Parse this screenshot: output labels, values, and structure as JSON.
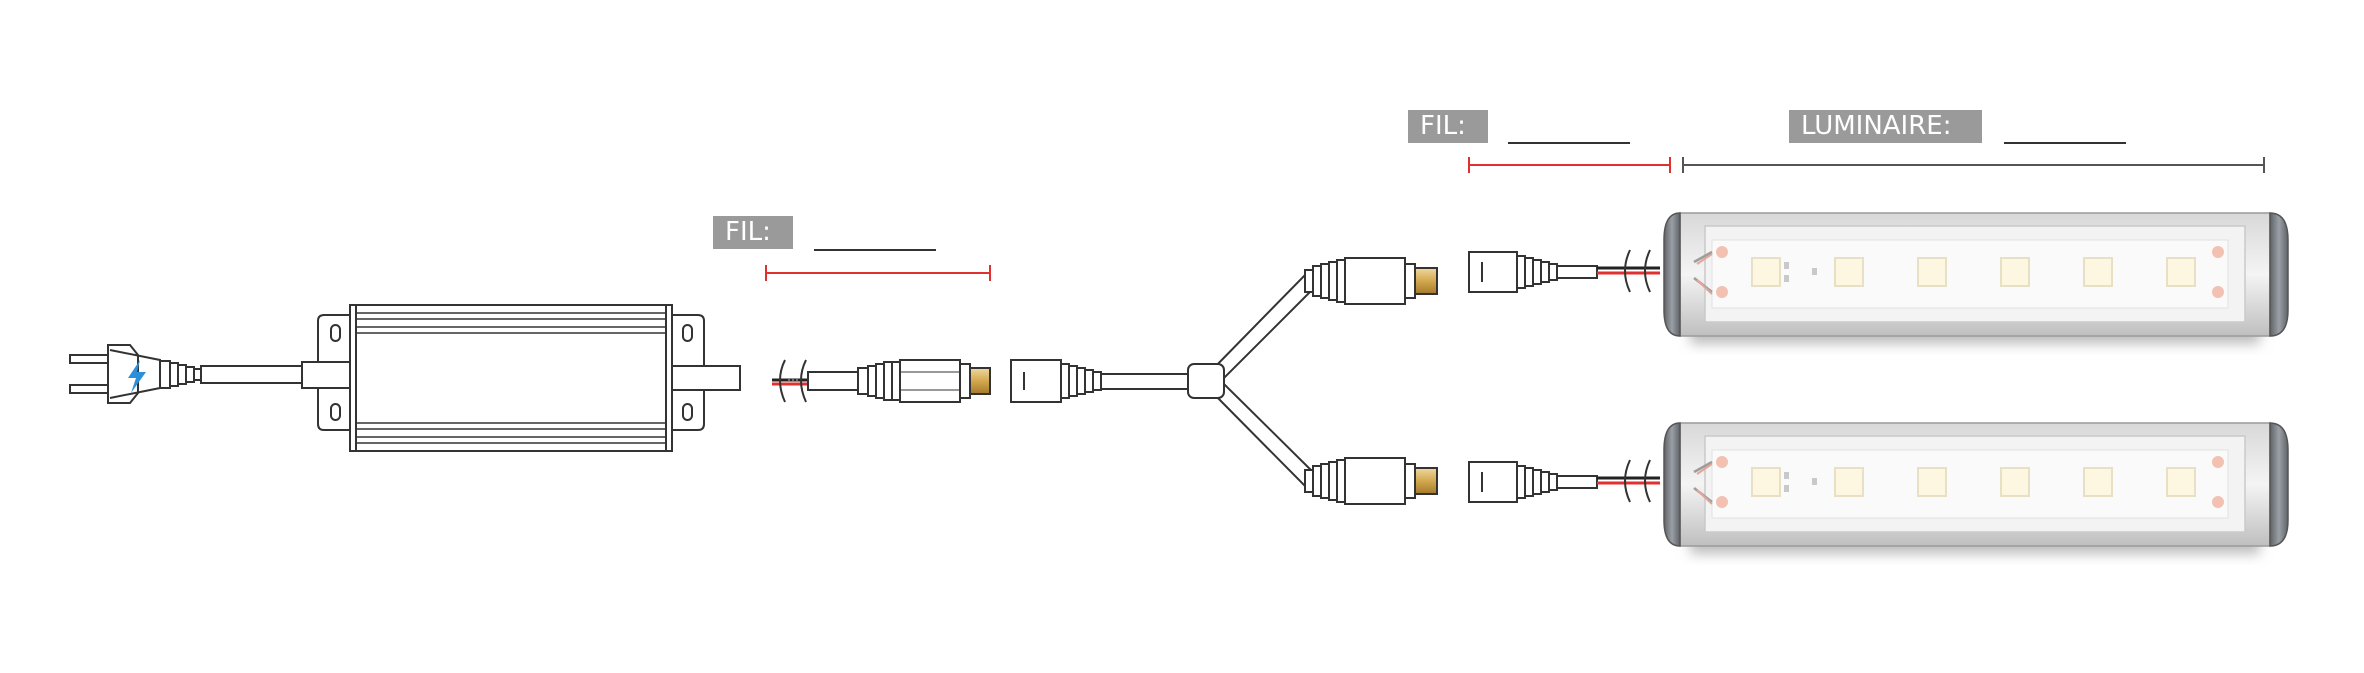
{
  "labels": {
    "wire_1": "FIL:",
    "wire_2": "FIL:",
    "fixture": "LUMINAIRE:"
  },
  "colors": {
    "measure_wire": "#e03030",
    "measure_fixture": "#555555",
    "label_bg": "#9a9a9a",
    "plug_accent": "#2b8fd9",
    "led_body": "#f2f2f2",
    "brass_tip": "#d2a84e"
  },
  "icons": [
    "plug-icon",
    "lightning-icon",
    "power-supply",
    "dc-connector",
    "y-splitter",
    "led-bar-fixture"
  ]
}
